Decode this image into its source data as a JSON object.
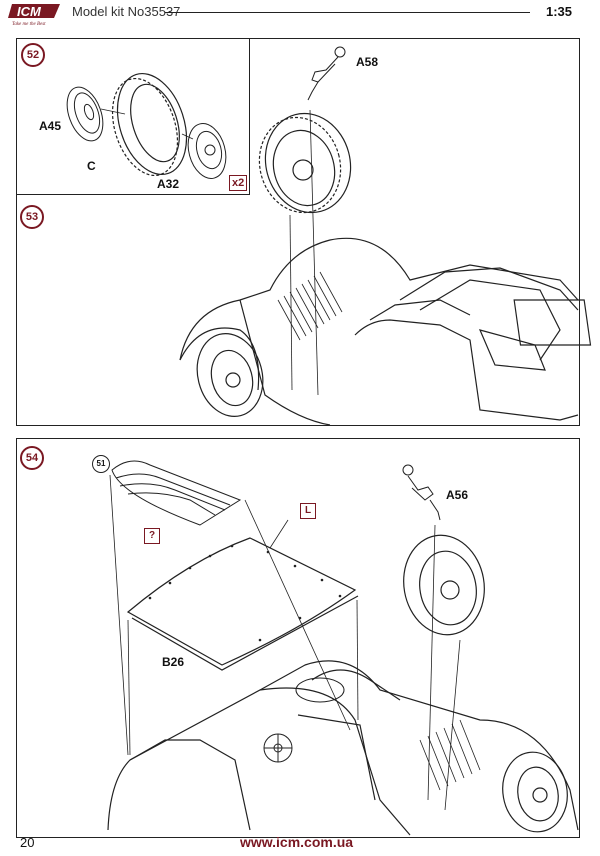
{
  "header": {
    "logo_text": "ICM",
    "logo_tagline": "Take me the Best",
    "kit_title": "Model kit No35537",
    "scale": "1:35"
  },
  "steps": [
    {
      "number": "52",
      "labels": {
        "part_a": "A45",
        "part_b": "C",
        "part_c": "A32"
      },
      "multiplier": "x2"
    },
    {
      "number": "53",
      "labels": {
        "part_a": "A58"
      }
    },
    {
      "number": "54",
      "labels": {
        "part_a": "A56",
        "part_b": "B26",
        "ref_step": "51",
        "option_marker": "L",
        "unknown_marker": "?"
      }
    }
  ],
  "footer": {
    "page_number": "20",
    "url": "www.icm.com.ua"
  },
  "colors": {
    "accent": "#7a1822",
    "line": "#222222"
  }
}
